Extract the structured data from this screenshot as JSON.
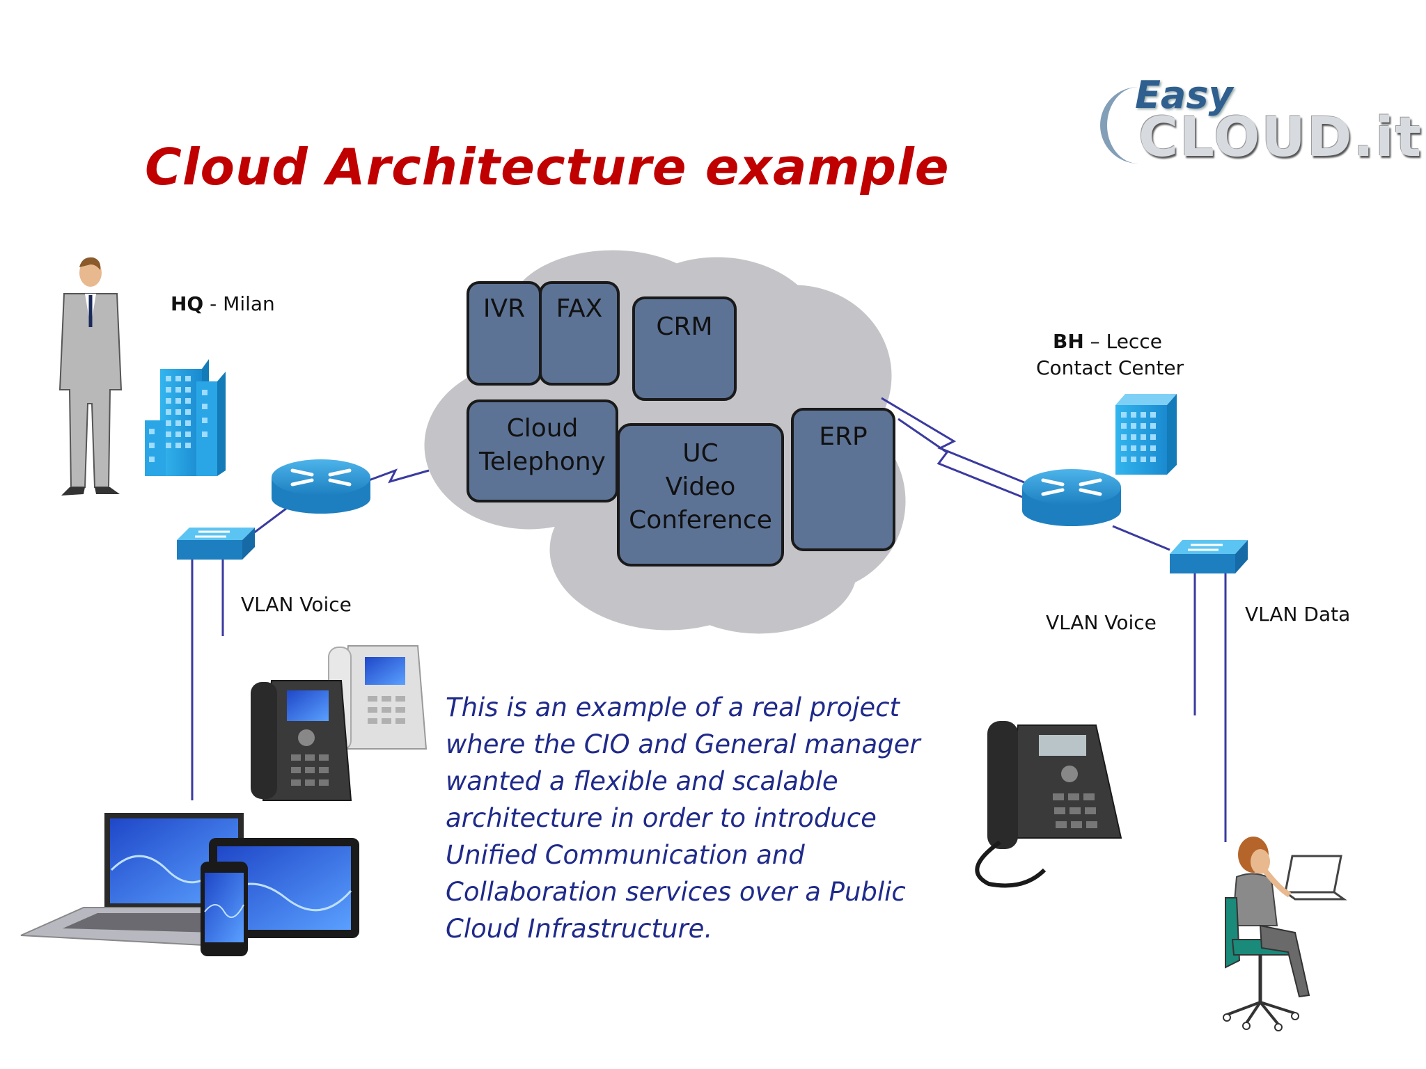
{
  "title": "Cloud Architecture example",
  "logo": {
    "line1": "Easy",
    "line2": "CLOUD.it"
  },
  "hq": {
    "bold": "HQ",
    "rest": " - Milan"
  },
  "bh": {
    "bold": "BH",
    "rest": " – Lecce",
    "line2": "Contact Center"
  },
  "cloud_services": {
    "ivr": "IVR",
    "fax": "FAX",
    "crm": "CRM",
    "erp": "ERP",
    "telephony_1": "Cloud",
    "telephony_2": "Telephony",
    "uc_1": "UC",
    "uc_2": "Video",
    "uc_3": "Conference"
  },
  "vlans": {
    "hq_voice": "VLAN Voice",
    "bh_voice": "VLAN Voice",
    "bh_data": "VLAN Data"
  },
  "description": "This is an example of a real project where the CIO and General manager wanted a flexible and scalable architecture in order to introduce Unified Communication and Collaboration services over a Public Cloud Infrastructure.",
  "colors": {
    "title": "#c00000",
    "service_box": "#5d7396",
    "cloud": "#c4c4c8",
    "network_device": "#2a8fcf",
    "link_line": "#3a3aa0",
    "description": "#1f2a8a"
  }
}
